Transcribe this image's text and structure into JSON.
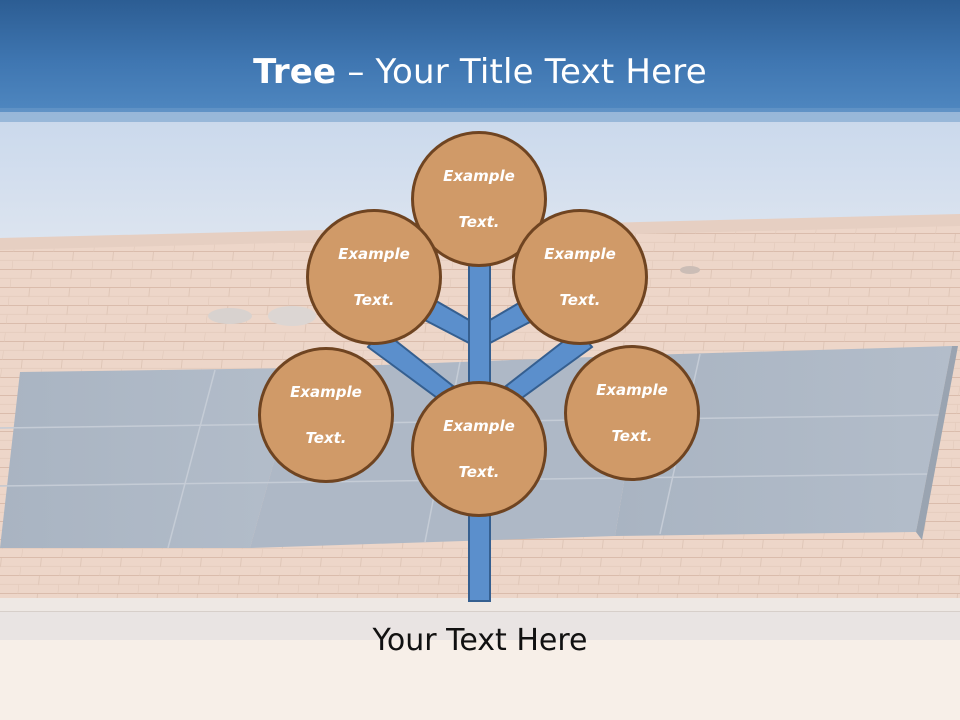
{
  "slide": {
    "title_bold": "Tree",
    "title_rest": " – Your Title Text Here",
    "caption": "Your Text Here"
  },
  "nodes": [
    {
      "id": "top",
      "line1": "Example",
      "line2": "Text."
    },
    {
      "id": "upper-left",
      "line1": "Example",
      "line2": "Text."
    },
    {
      "id": "upper-right",
      "line1": "Example",
      "line2": "Text."
    },
    {
      "id": "lower-left",
      "line1": "Example",
      "line2": "Text."
    },
    {
      "id": "center",
      "line1": "Example",
      "line2": "Text."
    },
    {
      "id": "lower-right",
      "line1": "Example",
      "line2": "Text."
    }
  ],
  "colors": {
    "sky_top": "#2c5d93",
    "sky_band": "#4a82bd",
    "node_fill": "#d09a68",
    "node_border": "#6f4421",
    "trunk_fill": "#5b8fcc",
    "trunk_stroke": "#355f90"
  }
}
